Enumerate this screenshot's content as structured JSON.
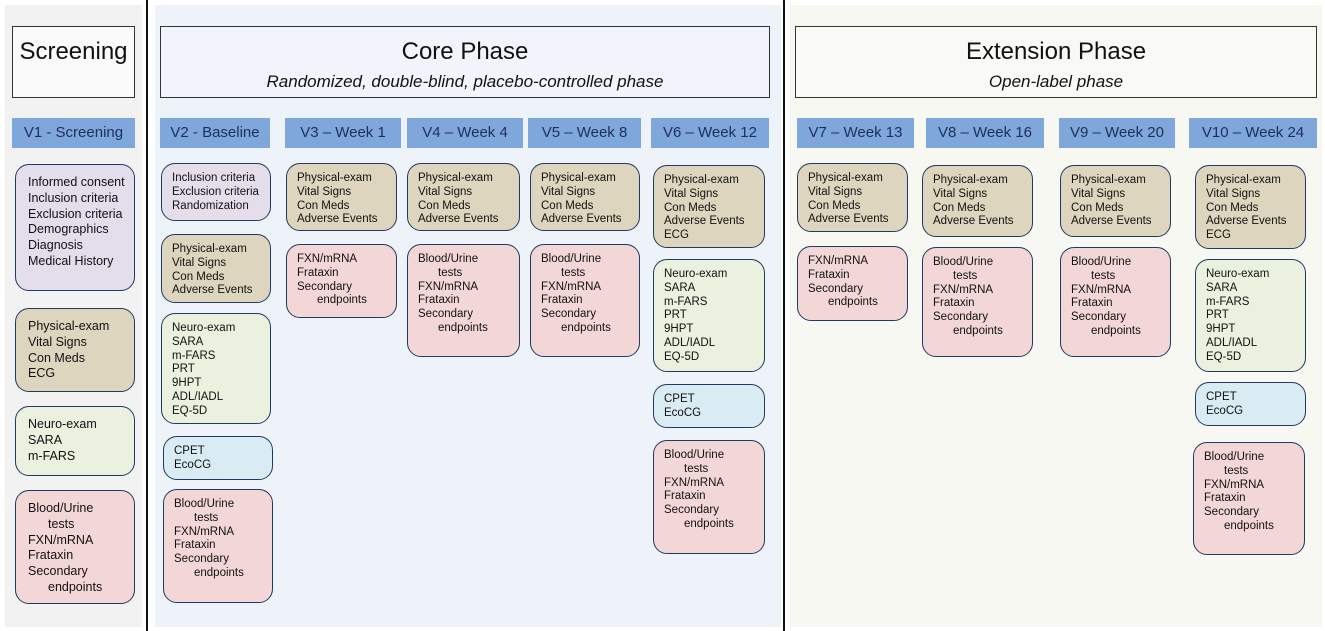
{
  "colors": {
    "screening_bg": "#f2f2f2",
    "core_bg": "#eef3fa",
    "extension_bg": "#f7f8f1",
    "visit_label_bg": "#7fa7dc",
    "purple_box": "#e4ddeb",
    "tan_box": "#ddd5bd",
    "green_box": "#eaf1de",
    "blue_box": "#d9ebf3",
    "pink_box": "#f3d7d7"
  },
  "phases": {
    "screening": {
      "title": "Screening"
    },
    "core": {
      "title": "Core Phase",
      "subtitle": "Randomized, double-blind, placebo-controlled phase"
    },
    "extension": {
      "title": "Extension Phase",
      "subtitle": "Open-label phase"
    }
  },
  "visits": [
    {
      "label": "V1 - Screening",
      "boxes": [
        {
          "type": "purple",
          "lines": [
            "Informed consent",
            "Inclusion criteria",
            "Exclusion criteria",
            "Demographics",
            "Diagnosis",
            "Medical History"
          ]
        },
        {
          "type": "tan",
          "lines": [
            "Physical-exam",
            "Vital Signs",
            "Con Meds",
            "ECG"
          ]
        },
        {
          "type": "green",
          "lines": [
            "Neuro-exam",
            "SARA",
            "m-FARS"
          ]
        },
        {
          "type": "pink",
          "lines": [
            "Blood/Urine",
            "tests",
            "FXN/mRNA",
            "Frataxin",
            "Secondary",
            "endpoints"
          ]
        }
      ]
    },
    {
      "label": "V2 - Baseline",
      "boxes": [
        {
          "type": "purple",
          "lines": [
            "Inclusion criteria",
            "Exclusion criteria",
            "Randomization"
          ]
        },
        {
          "type": "tan",
          "lines": [
            "Physical-exam",
            "Vital Signs",
            "Con Meds",
            "Adverse Events"
          ]
        },
        {
          "type": "green",
          "lines": [
            "Neuro-exam",
            "SARA",
            "m-FARS",
            "PRT",
            "9HPT",
            "ADL/IADL",
            "EQ-5D"
          ]
        },
        {
          "type": "blue",
          "lines": [
            "CPET",
            "EcoCG"
          ]
        },
        {
          "type": "pink",
          "lines": [
            "Blood/Urine",
            "tests",
            "FXN/mRNA",
            "Frataxin",
            "Secondary",
            "endpoints"
          ]
        }
      ]
    },
    {
      "label": "V3 – Week 1",
      "boxes": [
        {
          "type": "tan",
          "lines": [
            "Physical-exam",
            "Vital Signs",
            "Con Meds",
            "Adverse Events"
          ]
        },
        {
          "type": "pink",
          "lines": [
            "FXN/mRNA",
            "Frataxin",
            "Secondary",
            "endpoints"
          ]
        }
      ]
    },
    {
      "label": "V4 – Week 4",
      "boxes": [
        {
          "type": "tan",
          "lines": [
            "Physical-exam",
            "Vital Signs",
            "Con Meds",
            "Adverse Events"
          ]
        },
        {
          "type": "pink",
          "lines": [
            "Blood/Urine",
            "tests",
            "FXN/mRNA",
            "Frataxin",
            "Secondary",
            "endpoints"
          ]
        }
      ]
    },
    {
      "label": "V5 – Week 8",
      "boxes": [
        {
          "type": "tan",
          "lines": [
            "Physical-exam",
            "Vital Signs",
            "Con Meds",
            "Adverse Events"
          ]
        },
        {
          "type": "pink",
          "lines": [
            "Blood/Urine",
            "tests",
            "FXN/mRNA",
            "Frataxin",
            "Secondary",
            "endpoints"
          ]
        }
      ]
    },
    {
      "label": "V6 – Week 12",
      "boxes": [
        {
          "type": "tan",
          "lines": [
            "Physical-exam",
            "Vital Signs",
            "Con Meds",
            "Adverse Events",
            "ECG"
          ]
        },
        {
          "type": "green",
          "lines": [
            "Neuro-exam",
            "SARA",
            "m-FARS",
            "PRT",
            "9HPT",
            "ADL/IADL",
            "EQ-5D"
          ]
        },
        {
          "type": "blue",
          "lines": [
            "CPET",
            "EcoCG"
          ]
        },
        {
          "type": "pink",
          "lines": [
            "Blood/Urine",
            "tests",
            "FXN/mRNA",
            "Frataxin",
            "Secondary",
            "endpoints"
          ]
        }
      ]
    },
    {
      "label": "V7 – Week 13",
      "boxes": [
        {
          "type": "tan",
          "lines": [
            "Physical-exam",
            "Vital Signs",
            "Con Meds",
            "Adverse Events"
          ]
        },
        {
          "type": "pink",
          "lines": [
            "FXN/mRNA",
            "Frataxin",
            "Secondary",
            "endpoints"
          ]
        }
      ]
    },
    {
      "label": "V8 – Week 16",
      "boxes": [
        {
          "type": "tan",
          "lines": [
            "Physical-exam",
            "Vital Signs",
            "Con Meds",
            "Adverse Events"
          ]
        },
        {
          "type": "pink",
          "lines": [
            "Blood/Urine",
            "tests",
            "FXN/mRNA",
            "Frataxin",
            "Secondary",
            "endpoints"
          ]
        }
      ]
    },
    {
      "label": "V9 – Week 20",
      "boxes": [
        {
          "type": "tan",
          "lines": [
            "Physical-exam",
            "Vital Signs",
            "Con Meds",
            "Adverse Events"
          ]
        },
        {
          "type": "pink",
          "lines": [
            "Blood/Urine",
            "tests",
            "FXN/mRNA",
            "Frataxin",
            "Secondary",
            "endpoints"
          ]
        }
      ]
    },
    {
      "label": "V10 – Week 24",
      "boxes": [
        {
          "type": "tan",
          "lines": [
            "Physical-exam",
            "Vital Signs",
            "Con Meds",
            "Adverse Events",
            "ECG"
          ]
        },
        {
          "type": "green",
          "lines": [
            "Neuro-exam",
            "SARA",
            "m-FARS",
            "PRT",
            "9HPT",
            "ADL/IADL",
            "EQ-5D"
          ]
        },
        {
          "type": "blue",
          "lines": [
            "CPET",
            "EcoCG"
          ]
        },
        {
          "type": "pink",
          "lines": [
            "Blood/Urine",
            "tests",
            "FXN/mRNA",
            "Frataxin",
            "Secondary",
            "endpoints"
          ]
        }
      ]
    }
  ]
}
